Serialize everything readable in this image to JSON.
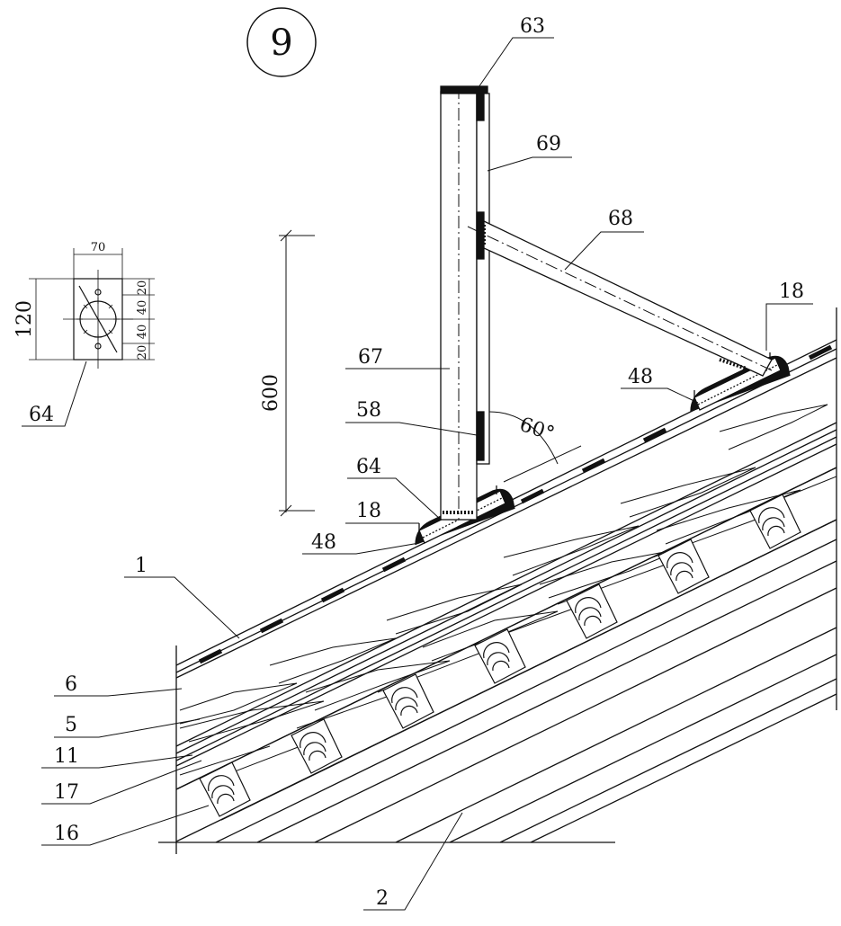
{
  "drawing": {
    "detail_number": "9",
    "labels": {
      "l63": "63",
      "l69": "69",
      "l68": "68",
      "l18_right": "18",
      "l48_right": "48",
      "l67": "67",
      "l58": "58",
      "l64_mid": "64",
      "l18_left": "18",
      "l48_left": "48",
      "l1": "1",
      "l6": "6",
      "l5": "5",
      "l11": "11",
      "l17": "17",
      "l16": "16",
      "l2": "2",
      "l64_detail": "64"
    },
    "dimensions": {
      "height_600": "600",
      "angle": "60°",
      "d70": "70",
      "d120": "120",
      "d20_top": "20",
      "d40_upper": "40",
      "d40_lower": "40",
      "d20_bottom": "20"
    },
    "colors": {
      "ink": "#111111",
      "background": "#ffffff"
    }
  }
}
